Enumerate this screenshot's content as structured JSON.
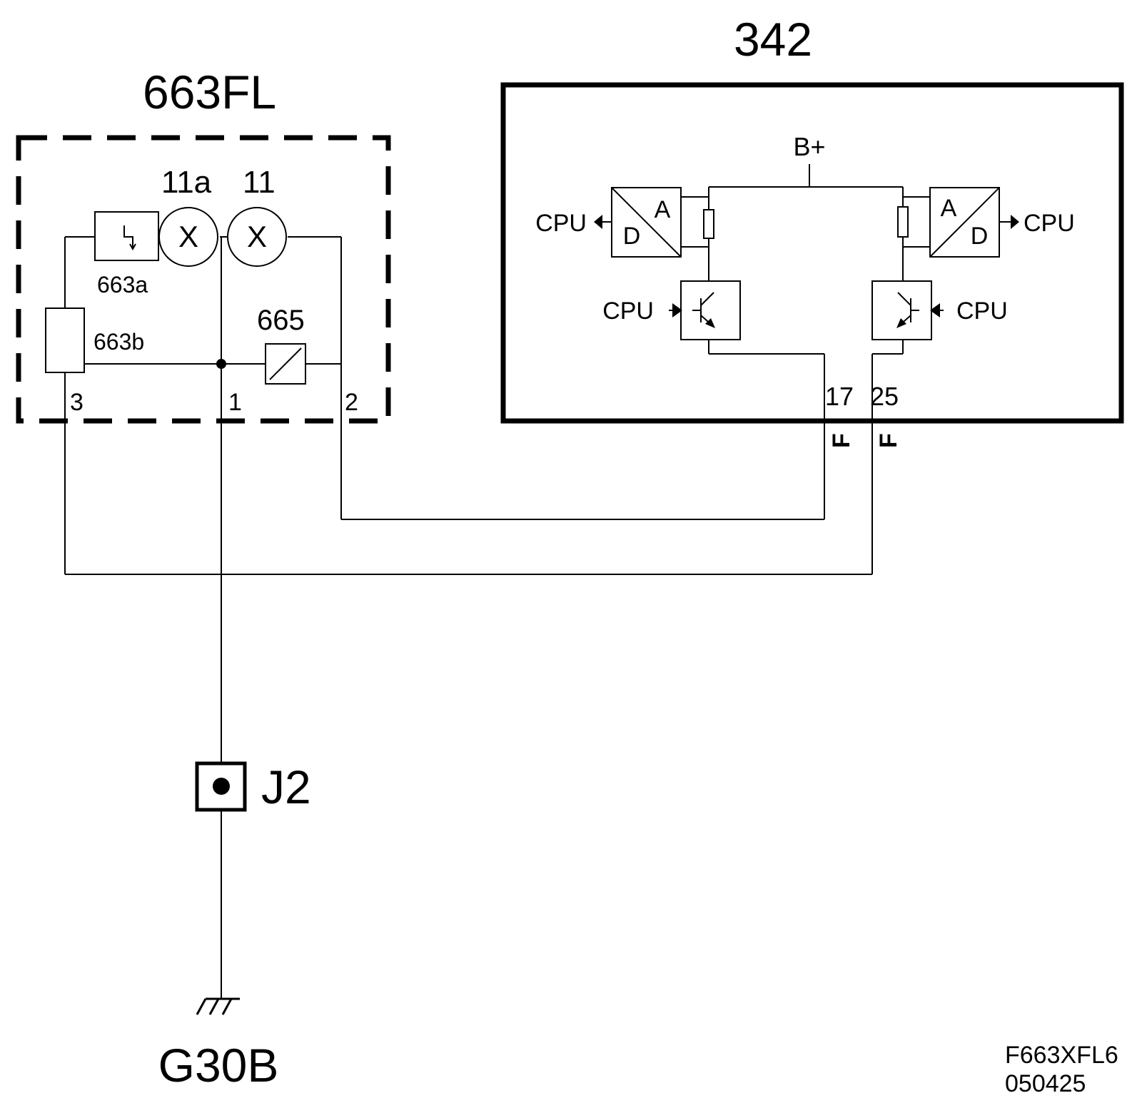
{
  "colors": {
    "ink": "#000000",
    "background": "#ffffff"
  },
  "modules": {
    "module_663fl": {
      "title": "663FL"
    },
    "module_342": {
      "title": "342"
    }
  },
  "labels": {
    "lamp_11a": "11a",
    "lamp_11": "11",
    "lamp_symbol": "X",
    "flasher_663a": "663a",
    "resistor_663b": "663b",
    "diode_665": "665",
    "pin_3": "3",
    "pin_1": "1",
    "pin_2": "2",
    "supply": "B+",
    "adc_a": "A",
    "adc_d": "D",
    "cpu": "CPU",
    "pin_17": "17",
    "pin_25": "25",
    "connector_f": "F",
    "splice": "J2",
    "ground": "G30B"
  },
  "footer": {
    "drawing_code": "F663XFL6",
    "date_code": "050425"
  },
  "icons": {
    "flasher": "flasher-icon",
    "lamp": "lamp-icon",
    "resistor": "resistor-icon",
    "diode": "diode-icon",
    "transistor": "transistor-icon",
    "ground": "ground-icon",
    "splice": "splice-icon"
  }
}
